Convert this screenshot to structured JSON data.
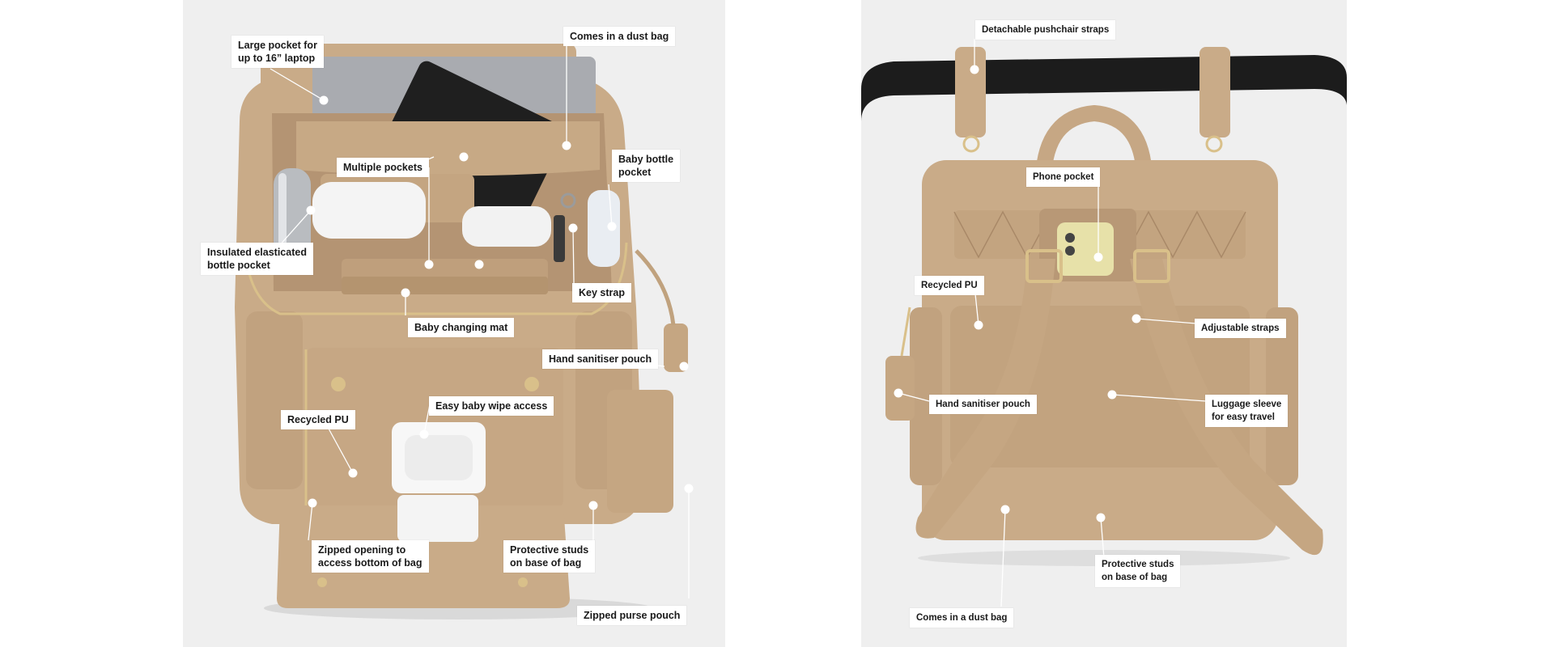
{
  "front_view": {
    "callouts": {
      "laptop_pocket": "Large pocket for\nup to 16” laptop",
      "dust_bag": "Comes in a dust bag",
      "multiple_pockets": "Multiple pockets",
      "bottle_pocket": "Baby bottle\npocket",
      "insulated_pocket": "Insulated elasticated\nbottle pocket",
      "key_strap": "Key strap",
      "changing_mat": "Baby changing mat",
      "sanitiser_pouch": "Hand sanitiser pouch",
      "wipe_access": "Easy baby wipe access",
      "recycled_pu": "Recycled PU",
      "zipped_opening": "Zipped opening to\naccess bottom of bag",
      "protective_studs": "Protective studs\non base of bag",
      "purse_pouch": "Zipped purse pouch"
    }
  },
  "back_view": {
    "callouts": {
      "pushchair_straps": "Detachable pushchair straps",
      "phone_pocket": "Phone pocket",
      "recycled_pu": "Recycled PU",
      "adjustable_straps": "Adjustable straps",
      "sanitiser_pouch": "Hand sanitiser pouch",
      "luggage_sleeve": "Luggage sleeve\nfor easy travel",
      "protective_studs": "Protective studs\non base of bag",
      "dust_bag": "Comes in a dust bag"
    }
  },
  "colors": {
    "panel_bg": "#efefef",
    "bag_tan": "#c9ab88",
    "bag_shade": "#b49473",
    "bag_light": "#d8bf9f",
    "strap_black": "#1c1c1c",
    "hardware_gold": "#d9c08a",
    "label_bg": "#ffffff"
  }
}
